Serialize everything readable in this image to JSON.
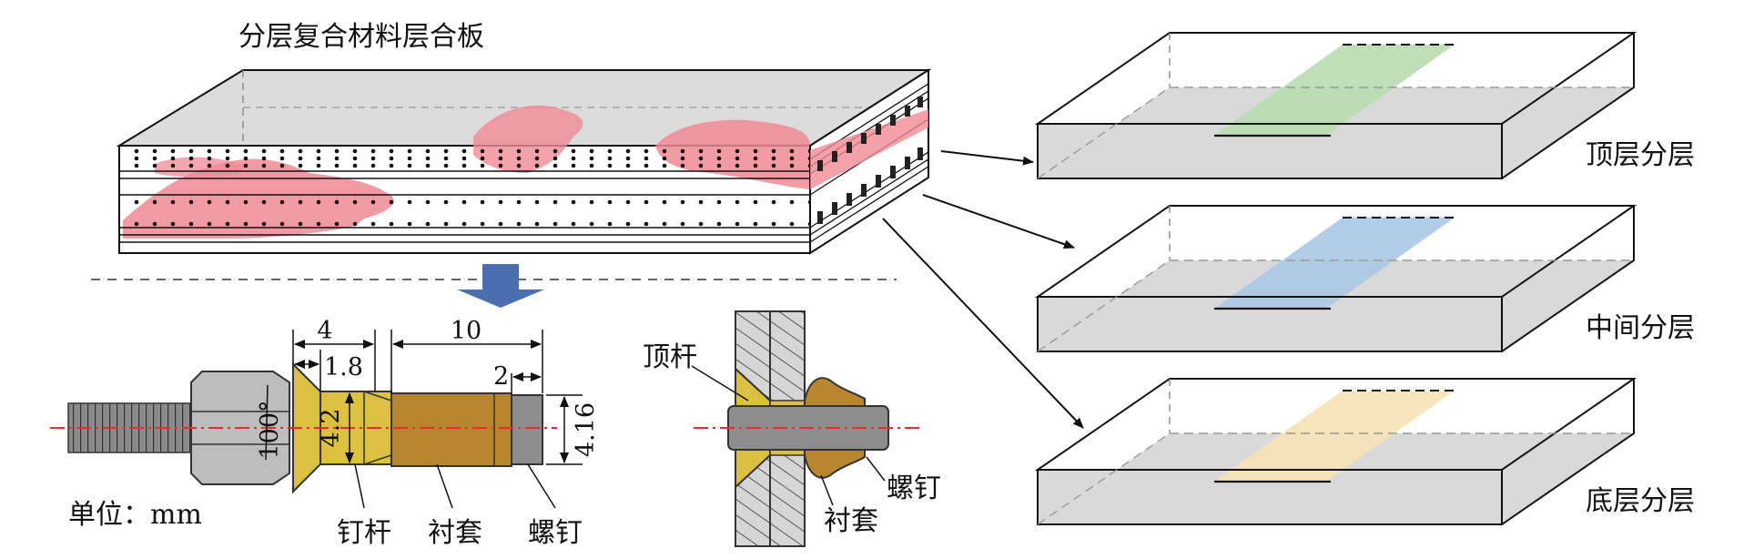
{
  "laminate_title": "分层复合材料层合板",
  "panels": [
    {
      "label": "顶层分层",
      "strip_color": "#b8dcb0"
    },
    {
      "label": "中间分层",
      "strip_color": "#aac8e6"
    },
    {
      "label": "底层分层",
      "strip_color": "#f7e2b6"
    }
  ],
  "fastener": {
    "unit_label": "单位：mm",
    "dims": {
      "d4": "4",
      "d10": "10",
      "d1_8": "1.8",
      "d2": "2",
      "d4_2": "4.2",
      "d4_16": "4.16",
      "angle": "100°"
    },
    "part_labels": {
      "pin": "钉杆",
      "sleeve": "衬套",
      "screw": "螺钉"
    }
  },
  "section": {
    "part_labels": {
      "ejector": "顶杆",
      "sleeve": "衬套",
      "screw": "螺钉"
    }
  },
  "colors": {
    "damage": "#f08a95",
    "gold": "#dcc040",
    "bronze": "#b8862e",
    "arrow_blue": "#4a6fb0",
    "axis_red": "#e03030",
    "plate_gray": "#d9d9d9"
  }
}
